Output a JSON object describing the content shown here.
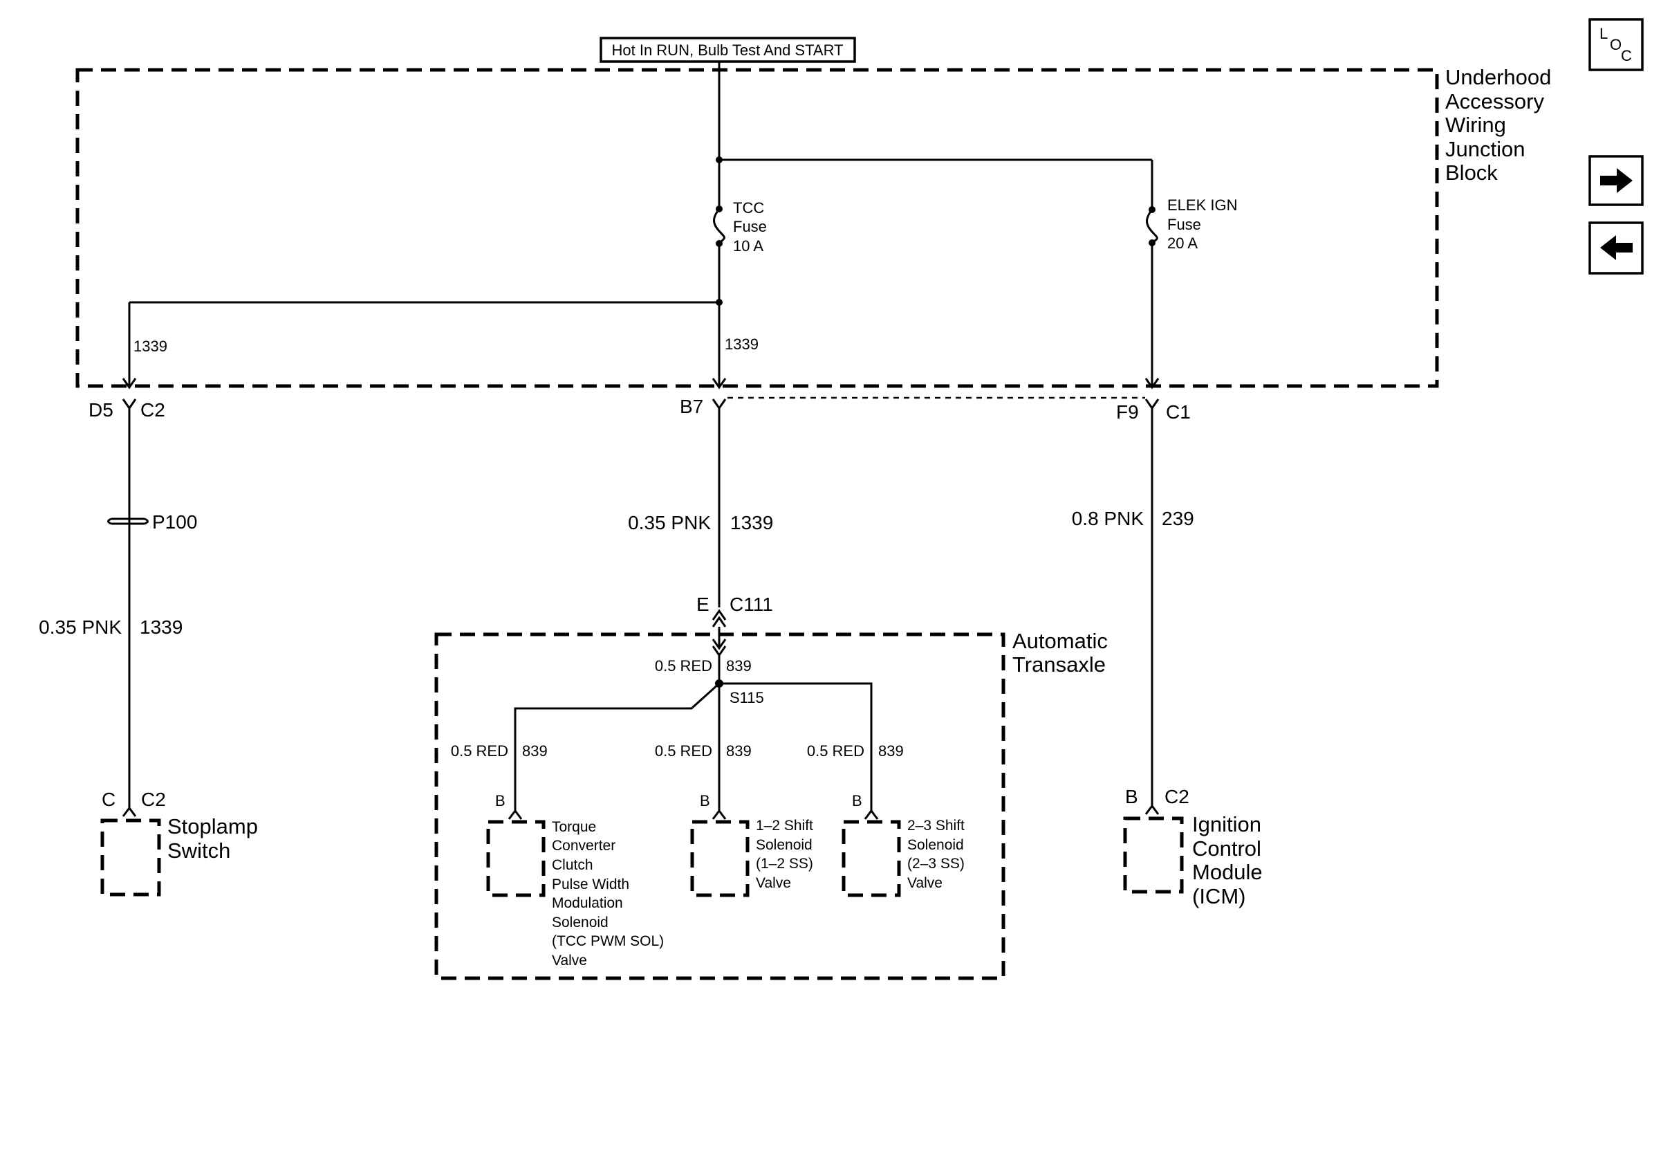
{
  "header": {
    "power_label": "Hot In RUN, Bulb Test And START"
  },
  "nav": {
    "loc_l": "L",
    "loc_o": "O",
    "loc_c": "C"
  },
  "underhood": {
    "name_lines": [
      "Underhood",
      "Accessory",
      "Wiring",
      "Junction",
      "Block"
    ],
    "tcc_fuse": [
      "TCC",
      "Fuse",
      "10 A"
    ],
    "elek_fuse": [
      "ELEK IGN",
      "Fuse",
      "20 A"
    ],
    "circuit_left": "1339",
    "circuit_center": "1339"
  },
  "connectors": {
    "d5": "D5",
    "c2_left": "C2",
    "b7": "B7",
    "f9": "F9",
    "c1": "C1",
    "p100": "P100",
    "e": "E",
    "c111": "C111",
    "c_stop": "C",
    "c2_stop": "C2",
    "b_icm": "B",
    "c2_icm": "C2",
    "b_tcc": "B",
    "b_12": "B",
    "b_23": "B"
  },
  "wires": {
    "left_color": "0.35 PNK",
    "left_circuit": "1339",
    "center_color": "0.35 PNK",
    "center_circuit": "1339",
    "right_color": "0.8 PNK",
    "right_circuit": "239",
    "trans_in_color": "0.5 RED",
    "trans_in_circuit": "839",
    "splice": "S115",
    "br1_color": "0.5 RED",
    "br1_circuit": "839",
    "br2_color": "0.5 RED",
    "br2_circuit": "839",
    "br3_color": "0.5 RED",
    "br3_circuit": "839"
  },
  "transaxle": {
    "name_lines": [
      "Automatic",
      "Transaxle"
    ]
  },
  "components": {
    "stoplamp": [
      "Stoplamp",
      "Switch"
    ],
    "icm": [
      "Ignition",
      "Control",
      "Module",
      "(ICM)"
    ],
    "tcc_pwm": [
      "Torque",
      "Converter",
      "Clutch",
      "Pulse Width",
      "Modulation",
      "Solenoid",
      "(TCC PWM SOL)",
      "Valve"
    ],
    "shift_12": [
      "1–2 Shift",
      "Solenoid",
      "(1–2 SS)",
      "Valve"
    ],
    "shift_23": [
      "2–3 Shift",
      "Solenoid",
      "(2–3 SS)",
      "Valve"
    ]
  }
}
